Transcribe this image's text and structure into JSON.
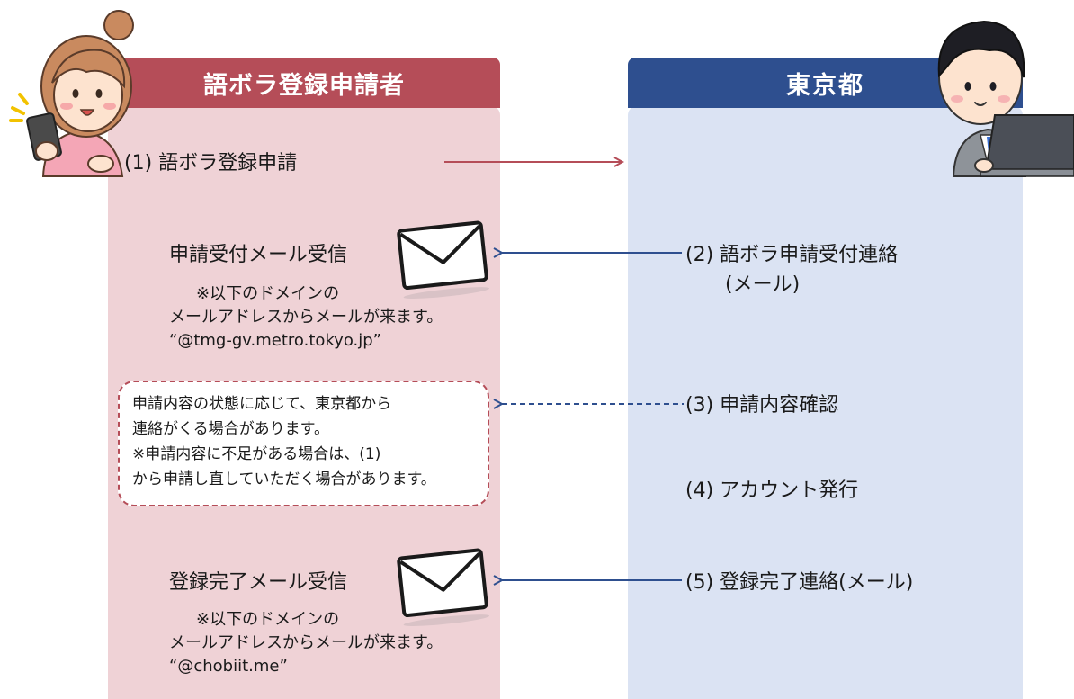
{
  "lanes": {
    "left_title": "語ボラ登録申請者",
    "right_title": "東京都"
  },
  "steps": {
    "s1": "(1) 語ボラ登録申請",
    "s2_line1": "(2) 語ボラ申請受付連絡",
    "s2_line2": "(メール)",
    "s3": "(3) 申請内容確認",
    "s4": "(4) アカウント発行",
    "s5": "(5) 登録完了連絡(メール)"
  },
  "receipt1": {
    "title": "申請受付メール受信",
    "note_line1": "※以下のドメインの",
    "note_line2": "メールアドレスからメールが来ます。",
    "note_line3": "“@tmg-gv.metro.tokyo.jp”"
  },
  "callout": {
    "line1": "申請内容の状態に応じて、東京都から",
    "line2": "連絡がくる場合があります。",
    "line3": "※申請内容に不足がある場合は、(1)",
    "line4": "から申請し直していただく場合があります。"
  },
  "receipt2": {
    "title": "登録完了メール受信",
    "note_line1": "※以下のドメインの",
    "note_line2": "メールアドレスからメールが来ます。",
    "note_line3": "“@chobiit.me”"
  },
  "colors": {
    "left_header": "#b54d58",
    "left_lane": "#efd2d6",
    "right_header": "#2e4f8f",
    "right_lane": "#dbe3f3",
    "arrow_red": "#b54d58",
    "arrow_blue": "#2e4f8f"
  },
  "icons": {
    "applicant": "woman-with-phone-illustration",
    "official": "man-with-laptop-illustration",
    "mail": "envelope-icon"
  }
}
